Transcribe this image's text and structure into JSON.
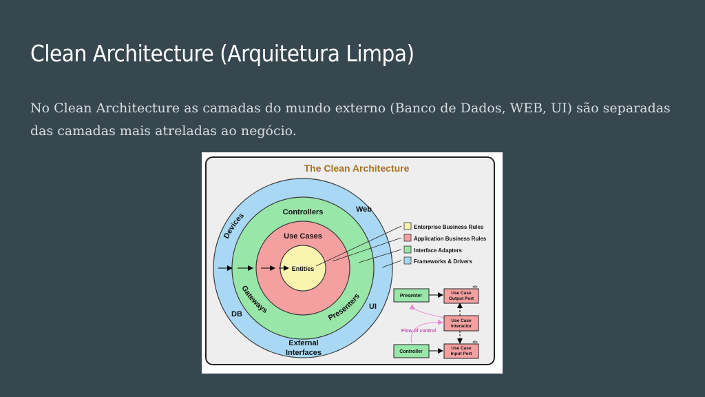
{
  "slide": {
    "title": "Clean Architecture (Arquitetura Limpa)",
    "body": "No Clean Architecture as camadas do mundo externo (Banco de Dados, WEB, UI) são separadas das camadas mais atreladas ao negócio."
  },
  "diagram": {
    "title": "The Clean Architecture",
    "rings": {
      "outer": {
        "labels": [
          "Devices",
          "Web",
          "DB",
          "UI",
          "External",
          "Interfaces"
        ],
        "color": "#a8d8f4"
      },
      "adapters": {
        "labels": [
          "Controllers",
          "Gateways",
          "Presenters"
        ],
        "color": "#98e6a8"
      },
      "usecases": {
        "label": "Use Cases",
        "color": "#f4a0a0"
      },
      "entities": {
        "label": "Entities",
        "color": "#f8f4b0"
      }
    },
    "legend": [
      {
        "label": "Enterprise Business Rules",
        "color": "#f8f4b0"
      },
      {
        "label": "Application Business Rules",
        "color": "#f4a0a0"
      },
      {
        "label": "Interface Adapters",
        "color": "#98e6a8"
      },
      {
        "label": "Frameworks & Drivers",
        "color": "#a8d8f4"
      }
    ],
    "flow": {
      "presenter": "Presenter",
      "controller": "Controller",
      "output_port": [
        "Use Case",
        "Output Port"
      ],
      "interactor": [
        "Use Case",
        "Interactor"
      ],
      "input_port": [
        "Use Case",
        "Input Port"
      ],
      "flow_label": "Flow of control",
      "interface_mark": "<I>"
    }
  }
}
